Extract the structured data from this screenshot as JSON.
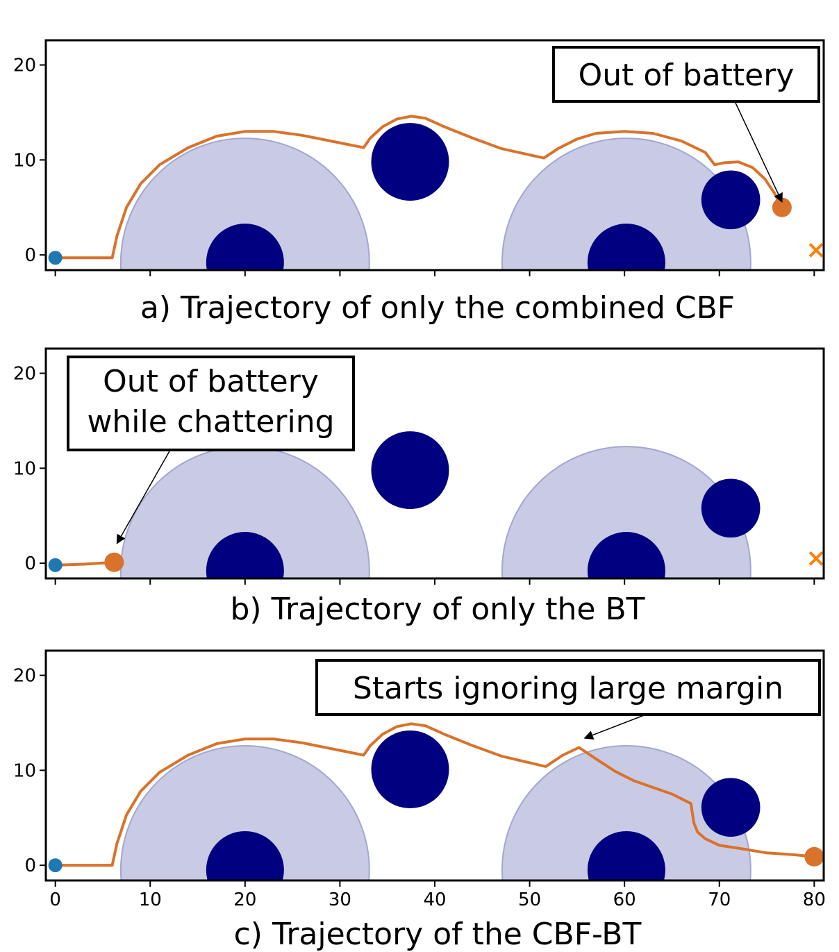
{
  "chart_data": [
    {
      "type": "scatter",
      "caption": "a) Trajectory of only the combined CBF",
      "xlim": [
        -1,
        81
      ],
      "ylim": [
        -1.6,
        22.6
      ],
      "yticks": [
        0,
        10,
        20
      ],
      "xticks": [
        0,
        10,
        20,
        30,
        40,
        50,
        60,
        70,
        80
      ],
      "show_x_tick_labels": false,
      "grid": false,
      "obstacles": [
        {
          "x": 20,
          "y": -0.8,
          "r": 4.1
        },
        {
          "x": 37.4,
          "y": 9.8,
          "r": 4.1
        },
        {
          "x": 60.2,
          "y": -0.8,
          "r": 4.1
        },
        {
          "x": 71.2,
          "y": 5.8,
          "r": 3.1
        }
      ],
      "margin_zones": [
        {
          "x": 20,
          "y": -0.8,
          "r": 13.1
        },
        {
          "x": 60.2,
          "y": -0.8,
          "r": 13.1
        }
      ],
      "trajectory": [
        [
          0,
          -0.3
        ],
        [
          6,
          -0.3
        ],
        [
          6.5,
          2
        ],
        [
          7.5,
          5
        ],
        [
          9,
          7.5
        ],
        [
          11,
          9.5
        ],
        [
          14,
          11.3
        ],
        [
          17,
          12.5
        ],
        [
          20,
          13
        ],
        [
          23,
          13
        ],
        [
          26,
          12.6
        ],
        [
          29,
          12
        ],
        [
          32.5,
          11.3
        ],
        [
          33.2,
          12.3
        ],
        [
          34.5,
          13.5
        ],
        [
          36,
          14.3
        ],
        [
          37.5,
          14.6
        ],
        [
          39,
          14.4
        ],
        [
          41,
          13.5
        ],
        [
          44,
          12.3
        ],
        [
          47,
          11.2
        ],
        [
          51.5,
          10.2
        ],
        [
          53,
          11.2
        ],
        [
          55,
          12.2
        ],
        [
          57,
          12.8
        ],
        [
          60,
          13
        ],
        [
          63,
          12.8
        ],
        [
          66,
          12
        ],
        [
          68.5,
          10.8
        ],
        [
          69.5,
          9.5
        ],
        [
          70.5,
          9.7
        ],
        [
          72,
          9.8
        ],
        [
          73.5,
          9.2
        ],
        [
          74.8,
          8
        ],
        [
          75.8,
          6.5
        ],
        [
          76.6,
          5
        ]
      ],
      "start": {
        "x": 0,
        "y": -0.3
      },
      "end": {
        "x": 76.6,
        "y": 5
      },
      "goal": {
        "x": 80.2,
        "y": 0.5
      },
      "annotation": {
        "lines": [
          "Out of battery"
        ],
        "target": {
          "x": 76.6,
          "y": 5
        }
      }
    },
    {
      "type": "scatter",
      "caption": "b) Trajectory of only the BT",
      "xlim": [
        -1,
        81
      ],
      "ylim": [
        -1.6,
        22.6
      ],
      "yticks": [
        0,
        10,
        20
      ],
      "xticks": [
        0,
        10,
        20,
        30,
        40,
        50,
        60,
        70,
        80
      ],
      "show_x_tick_labels": false,
      "grid": false,
      "obstacles": [
        {
          "x": 20,
          "y": -0.8,
          "r": 4.1
        },
        {
          "x": 37.4,
          "y": 9.8,
          "r": 4.1
        },
        {
          "x": 60.2,
          "y": -0.8,
          "r": 4.1
        },
        {
          "x": 71.2,
          "y": 5.8,
          "r": 3.1
        }
      ],
      "margin_zones": [
        {
          "x": 20,
          "y": -0.8,
          "r": 13.1
        },
        {
          "x": 60.2,
          "y": -0.8,
          "r": 13.1
        }
      ],
      "trajectory": [
        [
          0,
          -0.2
        ],
        [
          3,
          -0.1
        ],
        [
          6.2,
          0.1
        ]
      ],
      "start": {
        "x": 0,
        "y": -0.2
      },
      "end": {
        "x": 6.2,
        "y": 0.1
      },
      "goal": {
        "x": 80.2,
        "y": 0.5
      },
      "annotation": {
        "lines": [
          "Out of battery",
          "while chattering"
        ],
        "target": {
          "x": 6.5,
          "y": 1.5
        }
      }
    },
    {
      "type": "scatter",
      "caption": "c) Trajectory of the CBF-BT",
      "xlim": [
        -1,
        81
      ],
      "ylim": [
        -1.6,
        22.6
      ],
      "yticks": [
        0,
        10,
        20
      ],
      "xticks": [
        0,
        10,
        20,
        30,
        40,
        50,
        60,
        70,
        80
      ],
      "show_x_tick_labels": true,
      "grid": false,
      "obstacles": [
        {
          "x": 20,
          "y": -0.5,
          "r": 4.1
        },
        {
          "x": 37.4,
          "y": 10.1,
          "r": 4.1
        },
        {
          "x": 60.2,
          "y": -0.5,
          "r": 4.1
        },
        {
          "x": 71.2,
          "y": 6.1,
          "r": 3.1
        }
      ],
      "margin_zones": [
        {
          "x": 20,
          "y": -0.5,
          "r": 13.1
        },
        {
          "x": 60.2,
          "y": -0.5,
          "r": 13.1
        }
      ],
      "trajectory": [
        [
          0,
          0
        ],
        [
          6,
          0
        ],
        [
          6.5,
          2.3
        ],
        [
          7.5,
          5.3
        ],
        [
          9,
          7.8
        ],
        [
          11,
          9.8
        ],
        [
          14,
          11.6
        ],
        [
          17,
          12.8
        ],
        [
          20,
          13.3
        ],
        [
          23,
          13.3
        ],
        [
          26,
          12.9
        ],
        [
          29,
          12.3
        ],
        [
          32.5,
          11.6
        ],
        [
          33.2,
          12.6
        ],
        [
          34.5,
          13.8
        ],
        [
          36,
          14.6
        ],
        [
          37.5,
          14.9
        ],
        [
          39,
          14.7
        ],
        [
          41,
          13.8
        ],
        [
          44,
          12.6
        ],
        [
          47,
          11.5
        ],
        [
          51.7,
          10.4
        ],
        [
          53.5,
          11.6
        ],
        [
          55.2,
          12.4
        ],
        [
          57,
          11.2
        ],
        [
          59,
          9.9
        ],
        [
          61,
          8.9
        ],
        [
          63,
          8.2
        ],
        [
          65,
          7.5
        ],
        [
          67,
          6.5
        ],
        [
          67.3,
          4.5
        ],
        [
          67.7,
          3.5
        ],
        [
          68.5,
          2.8
        ],
        [
          70,
          2.1
        ],
        [
          72,
          1.8
        ],
        [
          75,
          1.3
        ],
        [
          78,
          1.1
        ],
        [
          80,
          0.9
        ]
      ],
      "start": {
        "x": 0,
        "y": 0
      },
      "end": {
        "x": 80,
        "y": 0.9
      },
      "annotation": {
        "lines": [
          "Starts ignoring large margin"
        ],
        "target": {
          "x": 55.8,
          "y": 12.8
        }
      }
    }
  ],
  "colors": {
    "trajectory": "#d9722b",
    "end_marker": "#d9722b",
    "start_marker": "#1f77b4",
    "goal_marker": "#ff7f0e",
    "obstacle": "#000080",
    "margin_fill": "#c9cbe4",
    "margin_edge": "#a2a6d2"
  }
}
